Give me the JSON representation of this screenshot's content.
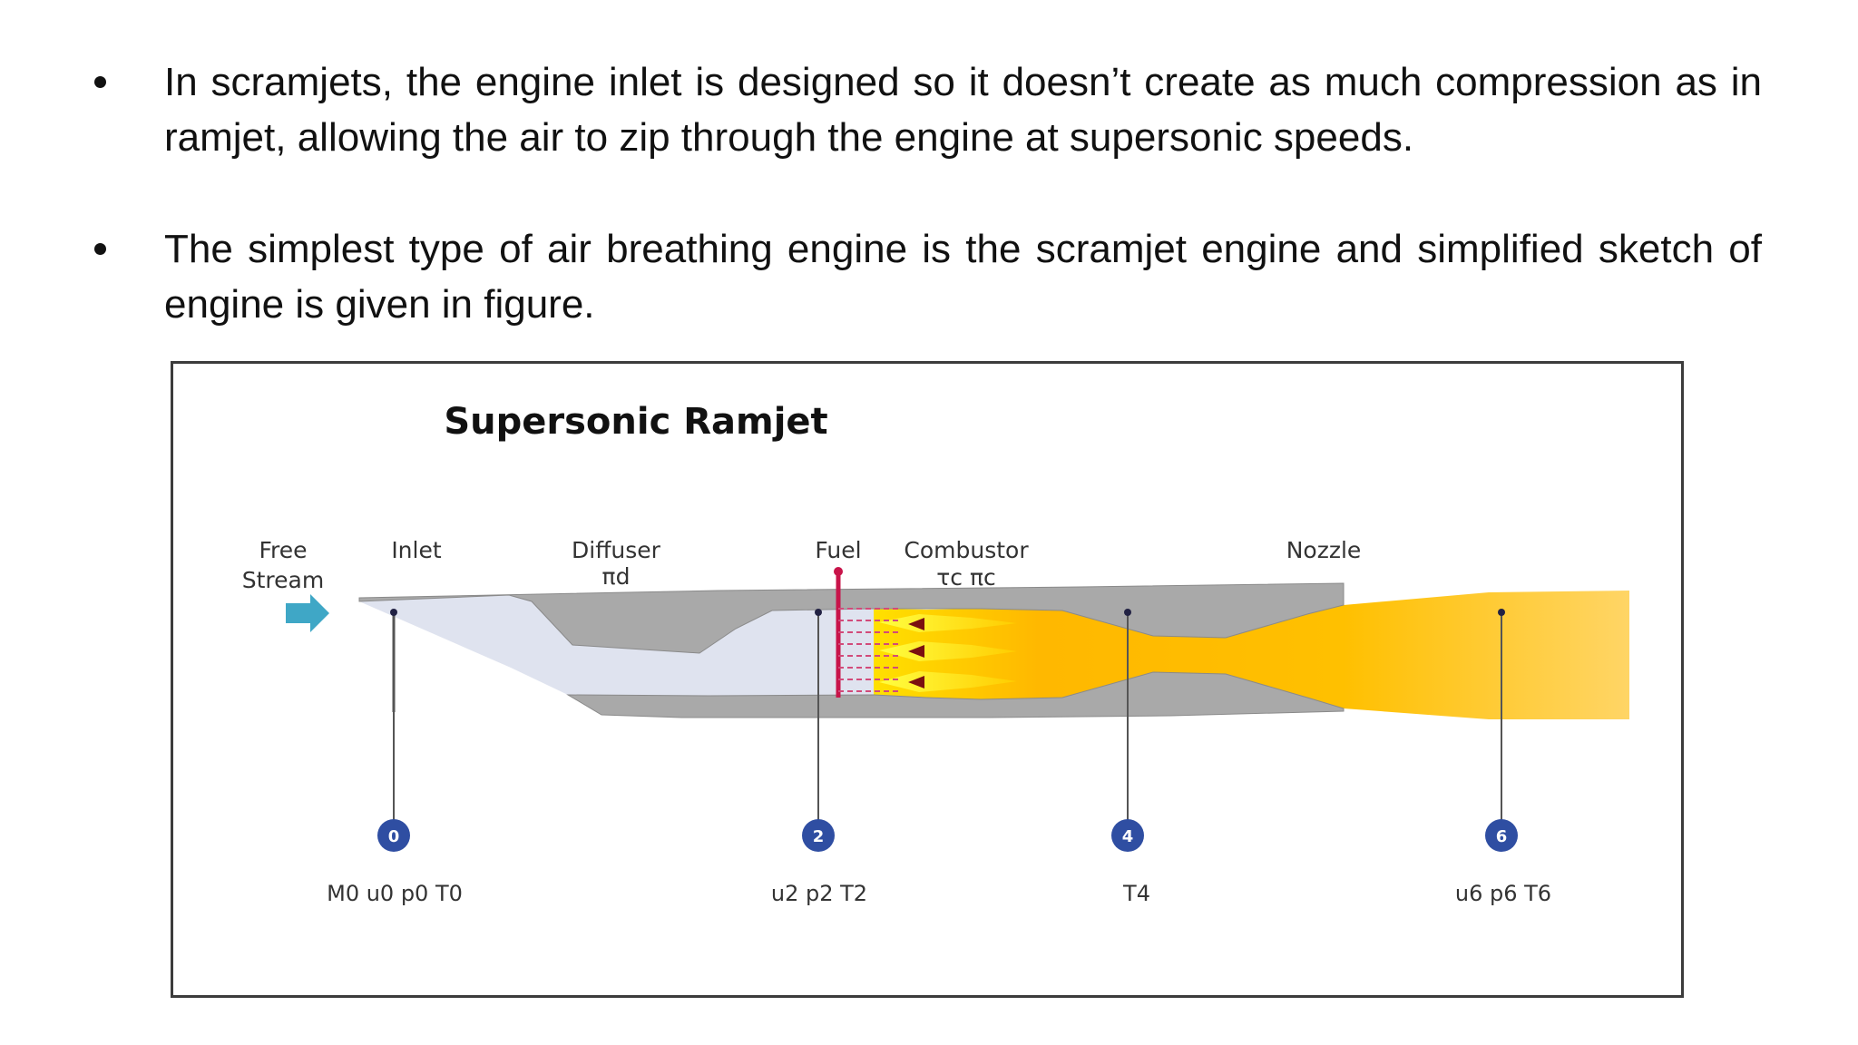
{
  "bullets": [
    "In scramjets, the engine inlet is designed so it doesn’t create as much compression as in ramjet, allowing the air to zip through the engine at supersonic speeds.",
    "The simplest type of air breathing engine is the scramjet engine and simplified sketch of engine is given in figure."
  ],
  "figure": {
    "title": "Supersonic Ramjet",
    "labels": {
      "free_stream_1": "Free",
      "free_stream_2": "Stream",
      "inlet": "Inlet",
      "diffuser": "Diffuser",
      "diffuser_symbol": "πd",
      "fuel": "Fuel",
      "combustor": "Combustor",
      "combustor_symbols": "τc πc",
      "nozzle": "Nozzle"
    },
    "stations": [
      {
        "number": "0",
        "vars": "M0 u0 p0 T0"
      },
      {
        "number": "2",
        "vars": "u2 p2 T2"
      },
      {
        "number": "4",
        "vars": "T4"
      },
      {
        "number": "6",
        "vars": "u6 p6 T6"
      }
    ],
    "colors": {
      "casing": "#a9a9a9",
      "flow_air": "#dfe3ef",
      "flame": "#ffb000",
      "exhaust": "#ffc533",
      "station_marker": "#2f4ea2",
      "fuel_line": "#c8144a",
      "arrow": "#3fa7c6"
    }
  }
}
